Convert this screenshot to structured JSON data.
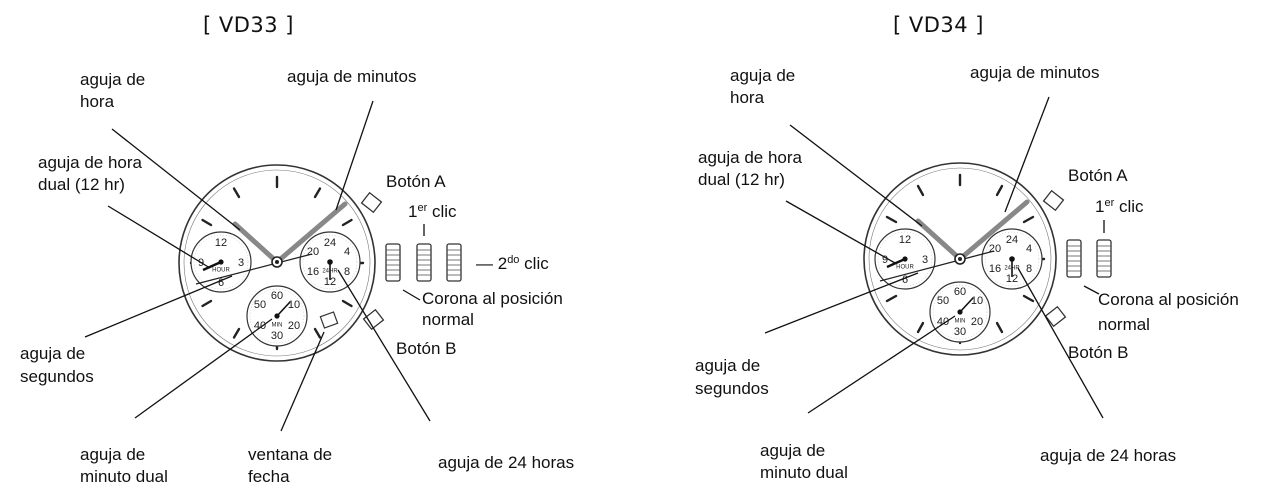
{
  "left": {
    "title": "[ VD33 ]",
    "hour_hand_label": [
      "aguja de",
      "hora"
    ],
    "minute_hand_label": "aguja de minutos",
    "dual_hour_label": [
      "aguja de hora",
      "dual (12 hr)"
    ],
    "button_a_label": "Botón A",
    "click1_label": {
      "base": "1",
      "sup": "er",
      "rest": " clic"
    },
    "click2_label": {
      "base": "— 2",
      "sup": "do",
      "rest": " clic"
    },
    "crown_label": [
      "Corona al posición",
      "normal"
    ],
    "button_b_label": "Botón B",
    "seconds_label": [
      "aguja de",
      "segundos"
    ],
    "dual_minute_label": [
      "aguja de",
      "minuto dual"
    ],
    "date_window_label": [
      "ventana de",
      "fecha"
    ],
    "h24_label": "aguja de 24 horas"
  },
  "right": {
    "title": "[ VD34 ]",
    "hour_hand_label": [
      "aguja de",
      "hora"
    ],
    "minute_hand_label": "aguja de minutos",
    "dual_hour_label": [
      "aguja de hora",
      "dual (12 hr)"
    ],
    "button_a_label": "Botón A",
    "click1_label": {
      "base": "1",
      "sup": "er",
      "rest": " clic"
    },
    "crown_label": [
      "Corona al posición",
      "normal"
    ],
    "button_b_label": "Botón B",
    "seconds_label": [
      "aguja de",
      "segundos"
    ],
    "dual_minute_label": [
      "aguja de",
      "minuto dual"
    ],
    "h24_label": "aguja de 24 horas"
  },
  "dial_marks": {
    "sub_12h": [
      "12",
      "3",
      "6",
      "9"
    ],
    "sub_12h_caption": "HOUR",
    "sub_24h": [
      "24",
      "4",
      "8",
      "12",
      "16",
      "20"
    ],
    "sub_24h_caption": "24HR",
    "sub_min": [
      "60",
      "10",
      "20",
      "30",
      "40",
      "50"
    ],
    "sub_min_caption": "MIN"
  }
}
